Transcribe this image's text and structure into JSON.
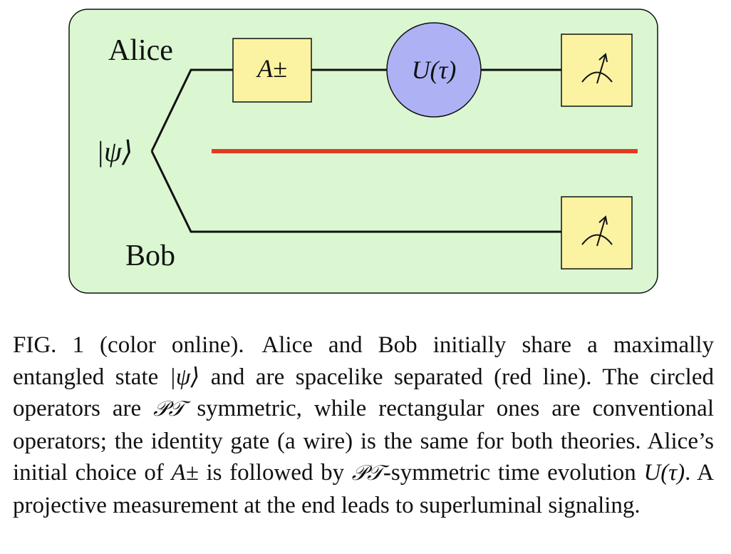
{
  "diagram": {
    "labels": {
      "alice": "Alice",
      "bob": "Bob",
      "psi": "|ψ⟩"
    },
    "gates": {
      "a_pm": "A±",
      "u_tau": "U(τ)"
    },
    "icons": {
      "measurement": "measurement-meter-icon"
    },
    "colors": {
      "panel_bg": "#daf7d2",
      "gate_rect": "#fbf3a2",
      "gate_circle": "#aeb2f5",
      "separation_line": "#e23b22"
    }
  },
  "caption": {
    "label": "FIG. 1 (color online).",
    "seg1": "Alice and Bob initially share a maximally entangled state ",
    "psi": "|ψ⟩",
    "seg2": " and are spacelike separated (red line). The circled operators are ",
    "pt1": "𝒫𝒯",
    "seg3": " symmetric, while rectangular ones are conventional operators; the identity gate (a wire) is the same for both theories. Alice’s initial choice of ",
    "apm": "A±",
    "seg4": " is followed by ",
    "pt2": "𝒫𝒯",
    "seg5": "-symmetric time evolution ",
    "utau": "U(τ)",
    "seg6": ". A projective measurement at the end leads to superluminal signaling."
  }
}
